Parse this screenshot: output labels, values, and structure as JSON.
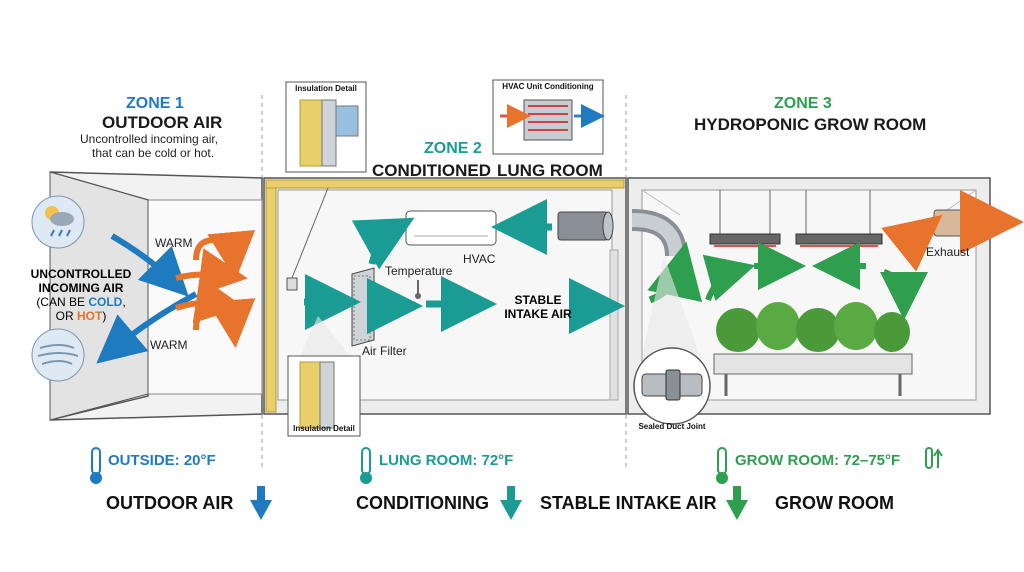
{
  "zone1": {
    "number": "ZONE 1",
    "title": "OUTDOOR AIR",
    "desc_line1": "Uncontrolled incoming air,",
    "desc_line2": "that can be cold or hot.",
    "inner_line1": "UNCONTROLLED",
    "inner_line2": "INCOMING AIR",
    "inner_line3_a": "(CAN BE ",
    "inner_line3_cold": "COLD",
    "inner_line3_b": ",",
    "inner_line4_a": "OR ",
    "inner_line4_hot": "HOT",
    "inner_line4_b": ")",
    "warm_top": "WARM",
    "warm_bottom": "WARM",
    "temp_label": "OUTSIDE: 20°F",
    "bottom_label": "OUTDOOR AIR"
  },
  "zone2": {
    "number": "ZONE 2",
    "title_left": "CONDITIONED",
    "title_right": "LUNG ROOM",
    "insulation_top": "Insulation Detail",
    "insulation_bottom": "Insulation Detail",
    "hvac_callout": "HVAC Unit Conditioning",
    "hvac_label": "HVAC",
    "temperature_label": "Temperature",
    "air_filter_label": "Air Filter",
    "stable_line1": "STABLE",
    "stable_line2": "INTAKE AIR",
    "temp_label": "LUNG ROOM: 72°F",
    "bottom_label": "CONDITIONING",
    "bottom_middle": "STABLE INTAKE AIR"
  },
  "zone3": {
    "number": "ZONE 3",
    "title": "HYDROPONIC GROW ROOM",
    "exhaust_label": "Exhaust",
    "duct_callout": "Sealed Duct Joint",
    "temp_label": "GROW ROOM: 72–75°F",
    "bottom_label": "GROW ROOM"
  },
  "colors": {
    "blue": "#1f7bc0",
    "teal": "#1a9b94",
    "green": "#2e9e4f",
    "orange": "#e8732c",
    "insulation": "#e9cf6a"
  }
}
